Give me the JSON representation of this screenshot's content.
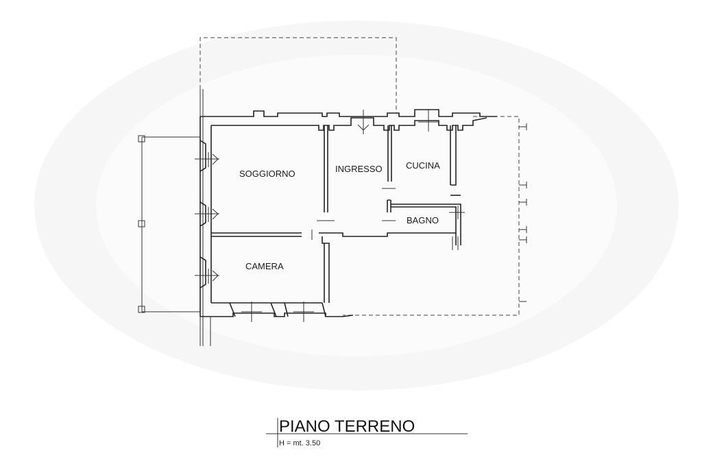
{
  "rooms": {
    "soggiorno": "SOGGIORNO",
    "ingresso": "INGRESSO",
    "cucina": "CUCINA",
    "bagno": "BAGNO",
    "camera": "CAMERA"
  },
  "title": {
    "main": "PIANO TERRENO",
    "height": "H = mt. 3.50"
  },
  "colors": {
    "line": "#222222",
    "haze": "#f3f3f3"
  }
}
